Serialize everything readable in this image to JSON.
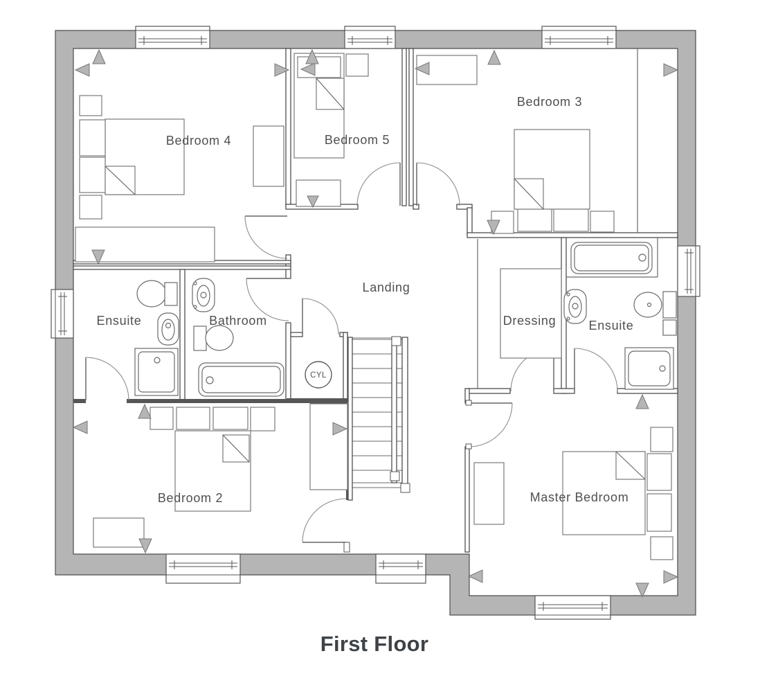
{
  "title": "First Floor",
  "rooms": {
    "bedroom4": "Bedroom 4",
    "bedroom5": "Bedroom 5",
    "bedroom3": "Bedroom 3",
    "ensuite_left": "Ensuite",
    "bathroom": "Bathroom",
    "landing": "Landing",
    "dressing": "Dressing",
    "ensuite_right": "Ensuite",
    "bedroom2": "Bedroom 2",
    "master_bedroom": "Master Bedroom",
    "cylinder": "CYL"
  },
  "colors": {
    "wall_fill": "#b5b5b5",
    "wall_edge": "#4d4d4d",
    "label_text": "#4f4f4f",
    "title_text": "#3e4347",
    "marker_fill": "#b5b5b5"
  }
}
